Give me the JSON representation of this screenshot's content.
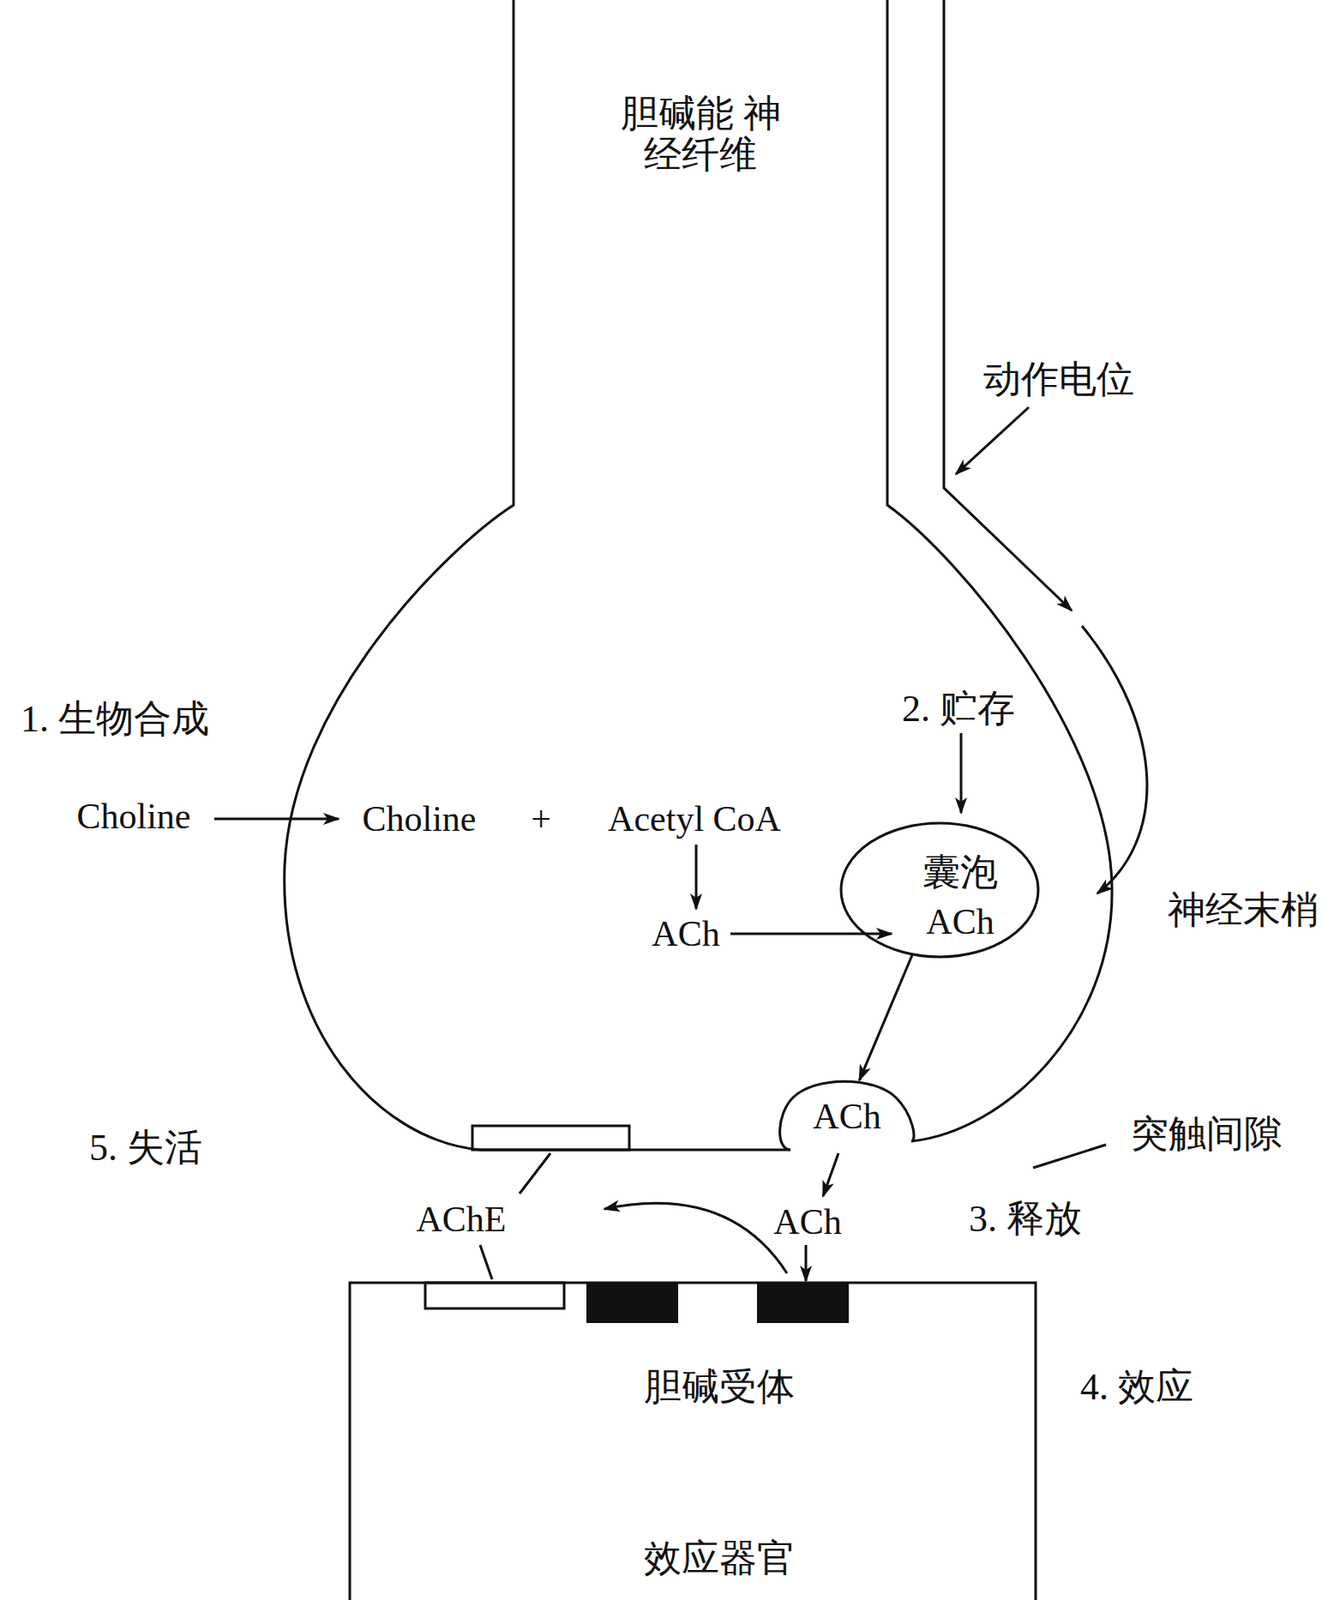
{
  "diagram": {
    "nodes": [
      {
        "text": [
          "胆碱能 神经纤维"
        ]
      },
      {
        "text": [
          "囊泡",
          "ACh"
        ],
        "in": 0
      },
      {
        "text": [
          "ACh"
        ],
        "in": 0
      },
      {
        "text": [
          "胆碱受体",
          "效应器官"
        ]
      }
    ],
    "edges": [
      {
        "from": 1,
        "to": 2,
        "arrow": "to"
      }
    ],
    "labels": [
      "1. 生物合成",
      "Choline",
      "Choline",
      "+",
      "Acetyl CoA",
      "ACh",
      "2. 贮存",
      "动作电位",
      "神经末梢",
      "突触间隙",
      "3. 释放",
      "5. 失活",
      "AChE",
      "ACh",
      "4. 效应"
    ]
  }
}
